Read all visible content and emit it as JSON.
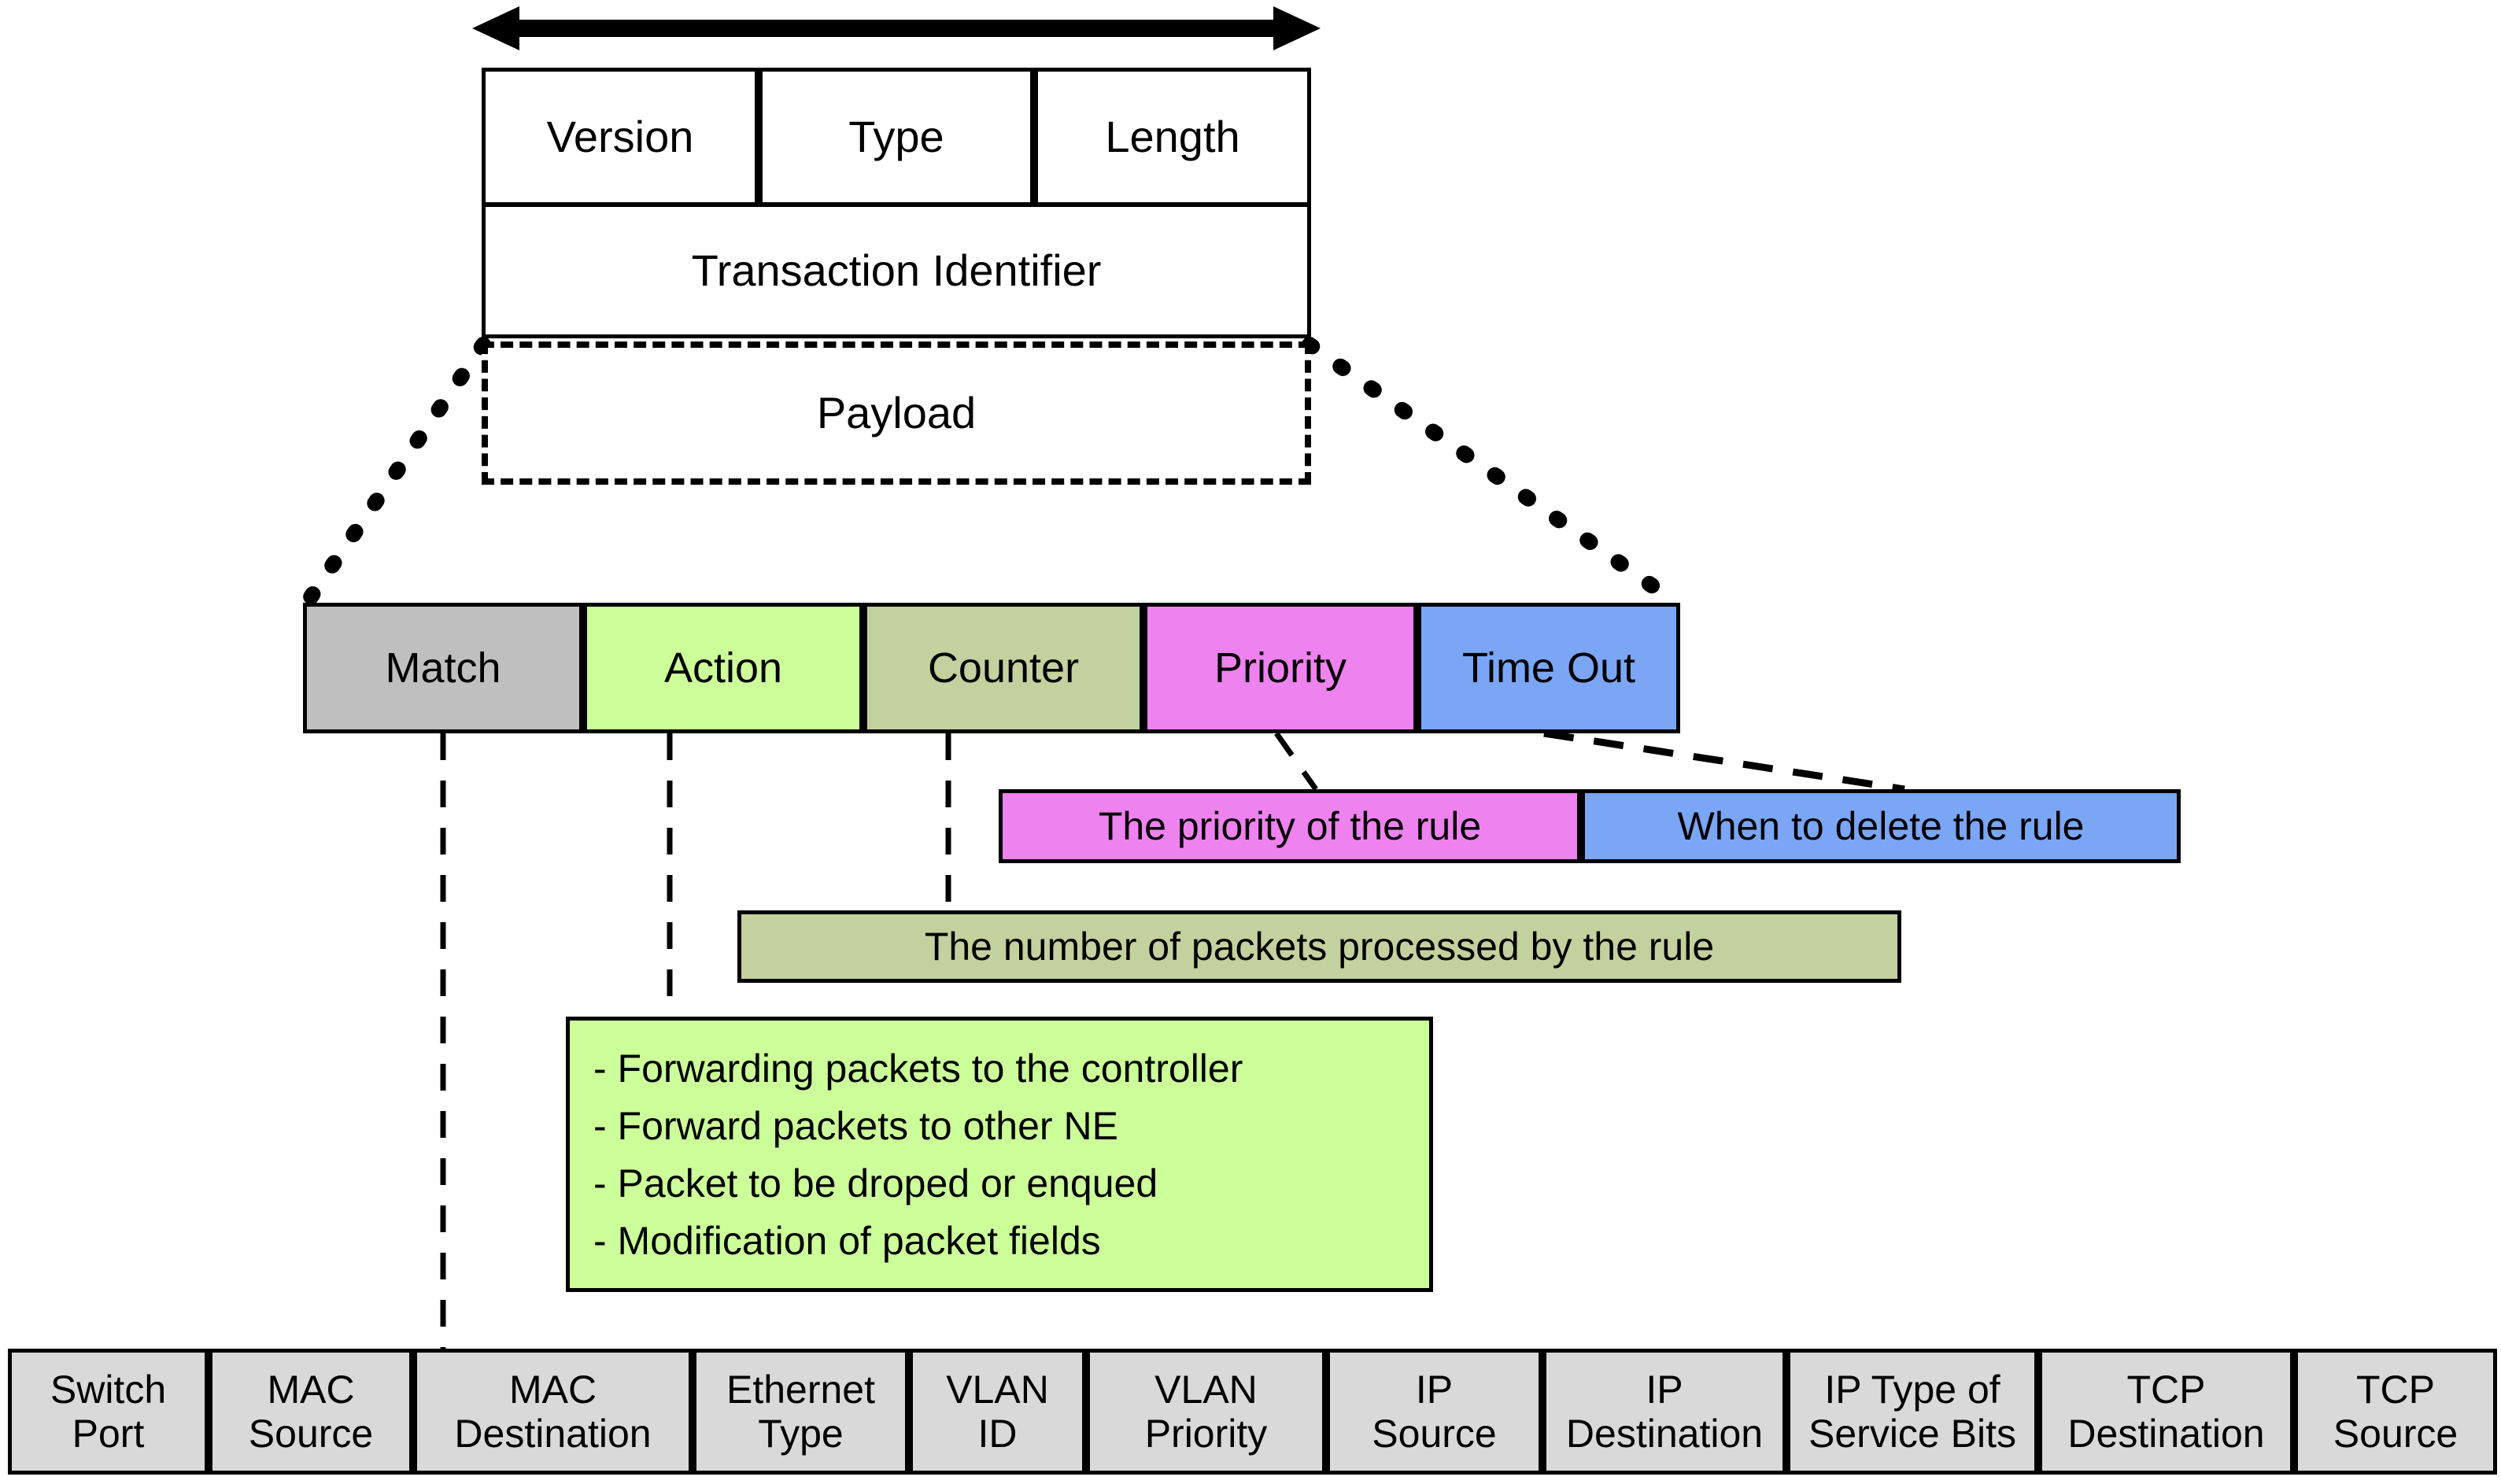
{
  "header": {
    "arrow_label": "double-headed-width-arrow",
    "fields": [
      {
        "label": "Version"
      },
      {
        "label": "Type"
      },
      {
        "label": "Length"
      }
    ],
    "transaction_identifier": "Transaction Identifier",
    "payload": "Payload"
  },
  "rule": {
    "cells": [
      {
        "label": "Match",
        "color": "#BFBFBF"
      },
      {
        "label": "Action",
        "color": "#CCFF99"
      },
      {
        "label": "Counter",
        "color": "#C3D19E"
      },
      {
        "label": "Priority",
        "color": "#EE82EE"
      },
      {
        "label": "Time Out",
        "color": "#7BA5F5"
      }
    ]
  },
  "callouts": {
    "priority": "The priority of the rule",
    "timeout": "When to delete the rule",
    "counter": "The number of packets processed by the rule",
    "action_lines": [
      "- Forwarding packets to the controller",
      "- Forward packets to other NE",
      "- Packet to be droped or enqued",
      "- Modification of packet fields"
    ]
  },
  "match_fields": [
    {
      "line1": "Switch",
      "line2": "Port"
    },
    {
      "line1": "MAC",
      "line2": "Source"
    },
    {
      "line1": "MAC",
      "line2": "Destination"
    },
    {
      "line1": "Ethernet",
      "line2": "Type"
    },
    {
      "line1": "VLAN",
      "line2": "ID"
    },
    {
      "line1": "VLAN",
      "line2": "Priority"
    },
    {
      "line1": "IP",
      "line2": "Source"
    },
    {
      "line1": "IP",
      "line2": "Destination"
    },
    {
      "line1": "IP Type of",
      "line2": "Service Bits"
    },
    {
      "line1": "TCP",
      "line2": "Destination"
    },
    {
      "line1": "TCP",
      "line2": "Source"
    }
  ],
  "colors": {
    "outline": "#000000",
    "field_cell": "#D9D9D9",
    "match": "#BFBFBF",
    "action": "#CCFF99",
    "counter": "#C3D19E",
    "priority": "#EE82EE",
    "timeout": "#7BA5F5"
  }
}
